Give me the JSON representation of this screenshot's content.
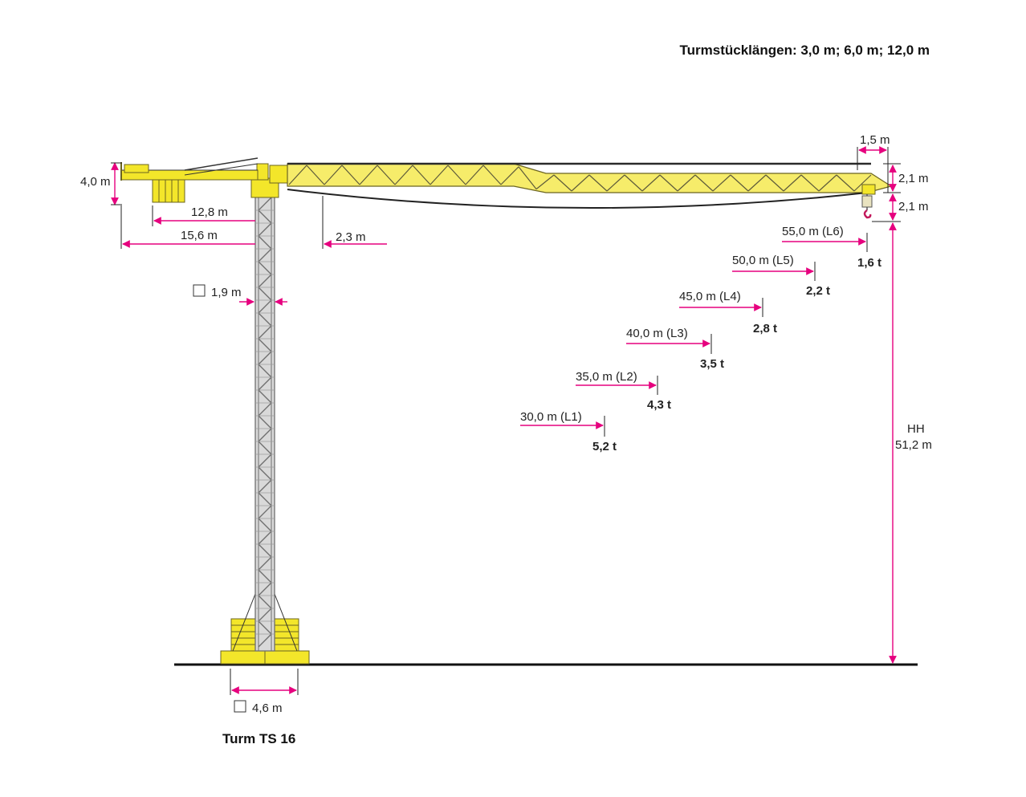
{
  "header": {
    "tower_lengths": "Turmstücklängen: 3,0 m; 6,0 m; 12,0 m"
  },
  "footer": {
    "tower_type": "Turm TS 16"
  },
  "dimensions": {
    "counterjib_height": "4,0 m",
    "counterjib_radius_inner": "12,8 m",
    "counterjib_radius_outer": "15,6 m",
    "min_hook_radius": "2,3 m",
    "tower_section": "1,9 m",
    "base_section": "4,6 m",
    "jib_tip_offset": "1,5 m",
    "jib_height": "2,1 m",
    "hook_drop": "2,1 m",
    "hook_height_label": "HH",
    "hook_height_value": "51,2 m"
  },
  "load_points": [
    {
      "radius": "30,0 m (L1)",
      "load": "5,2 t"
    },
    {
      "radius": "35,0 m (L2)",
      "load": "4,3 t"
    },
    {
      "radius": "40,0 m (L3)",
      "load": "3,5 t"
    },
    {
      "radius": "45,0 m (L4)",
      "load": "2,8 t"
    },
    {
      "radius": "50,0 m (L5)",
      "load": "2,2 t"
    },
    {
      "radius": "55,0 m (L6)",
      "load": "1,6 t"
    }
  ],
  "colors": {
    "crane_yellow": "#f3e62a",
    "dimension_magenta": "#e6007e",
    "tower_grey": "#b4b4b4",
    "ground": "#111111"
  }
}
